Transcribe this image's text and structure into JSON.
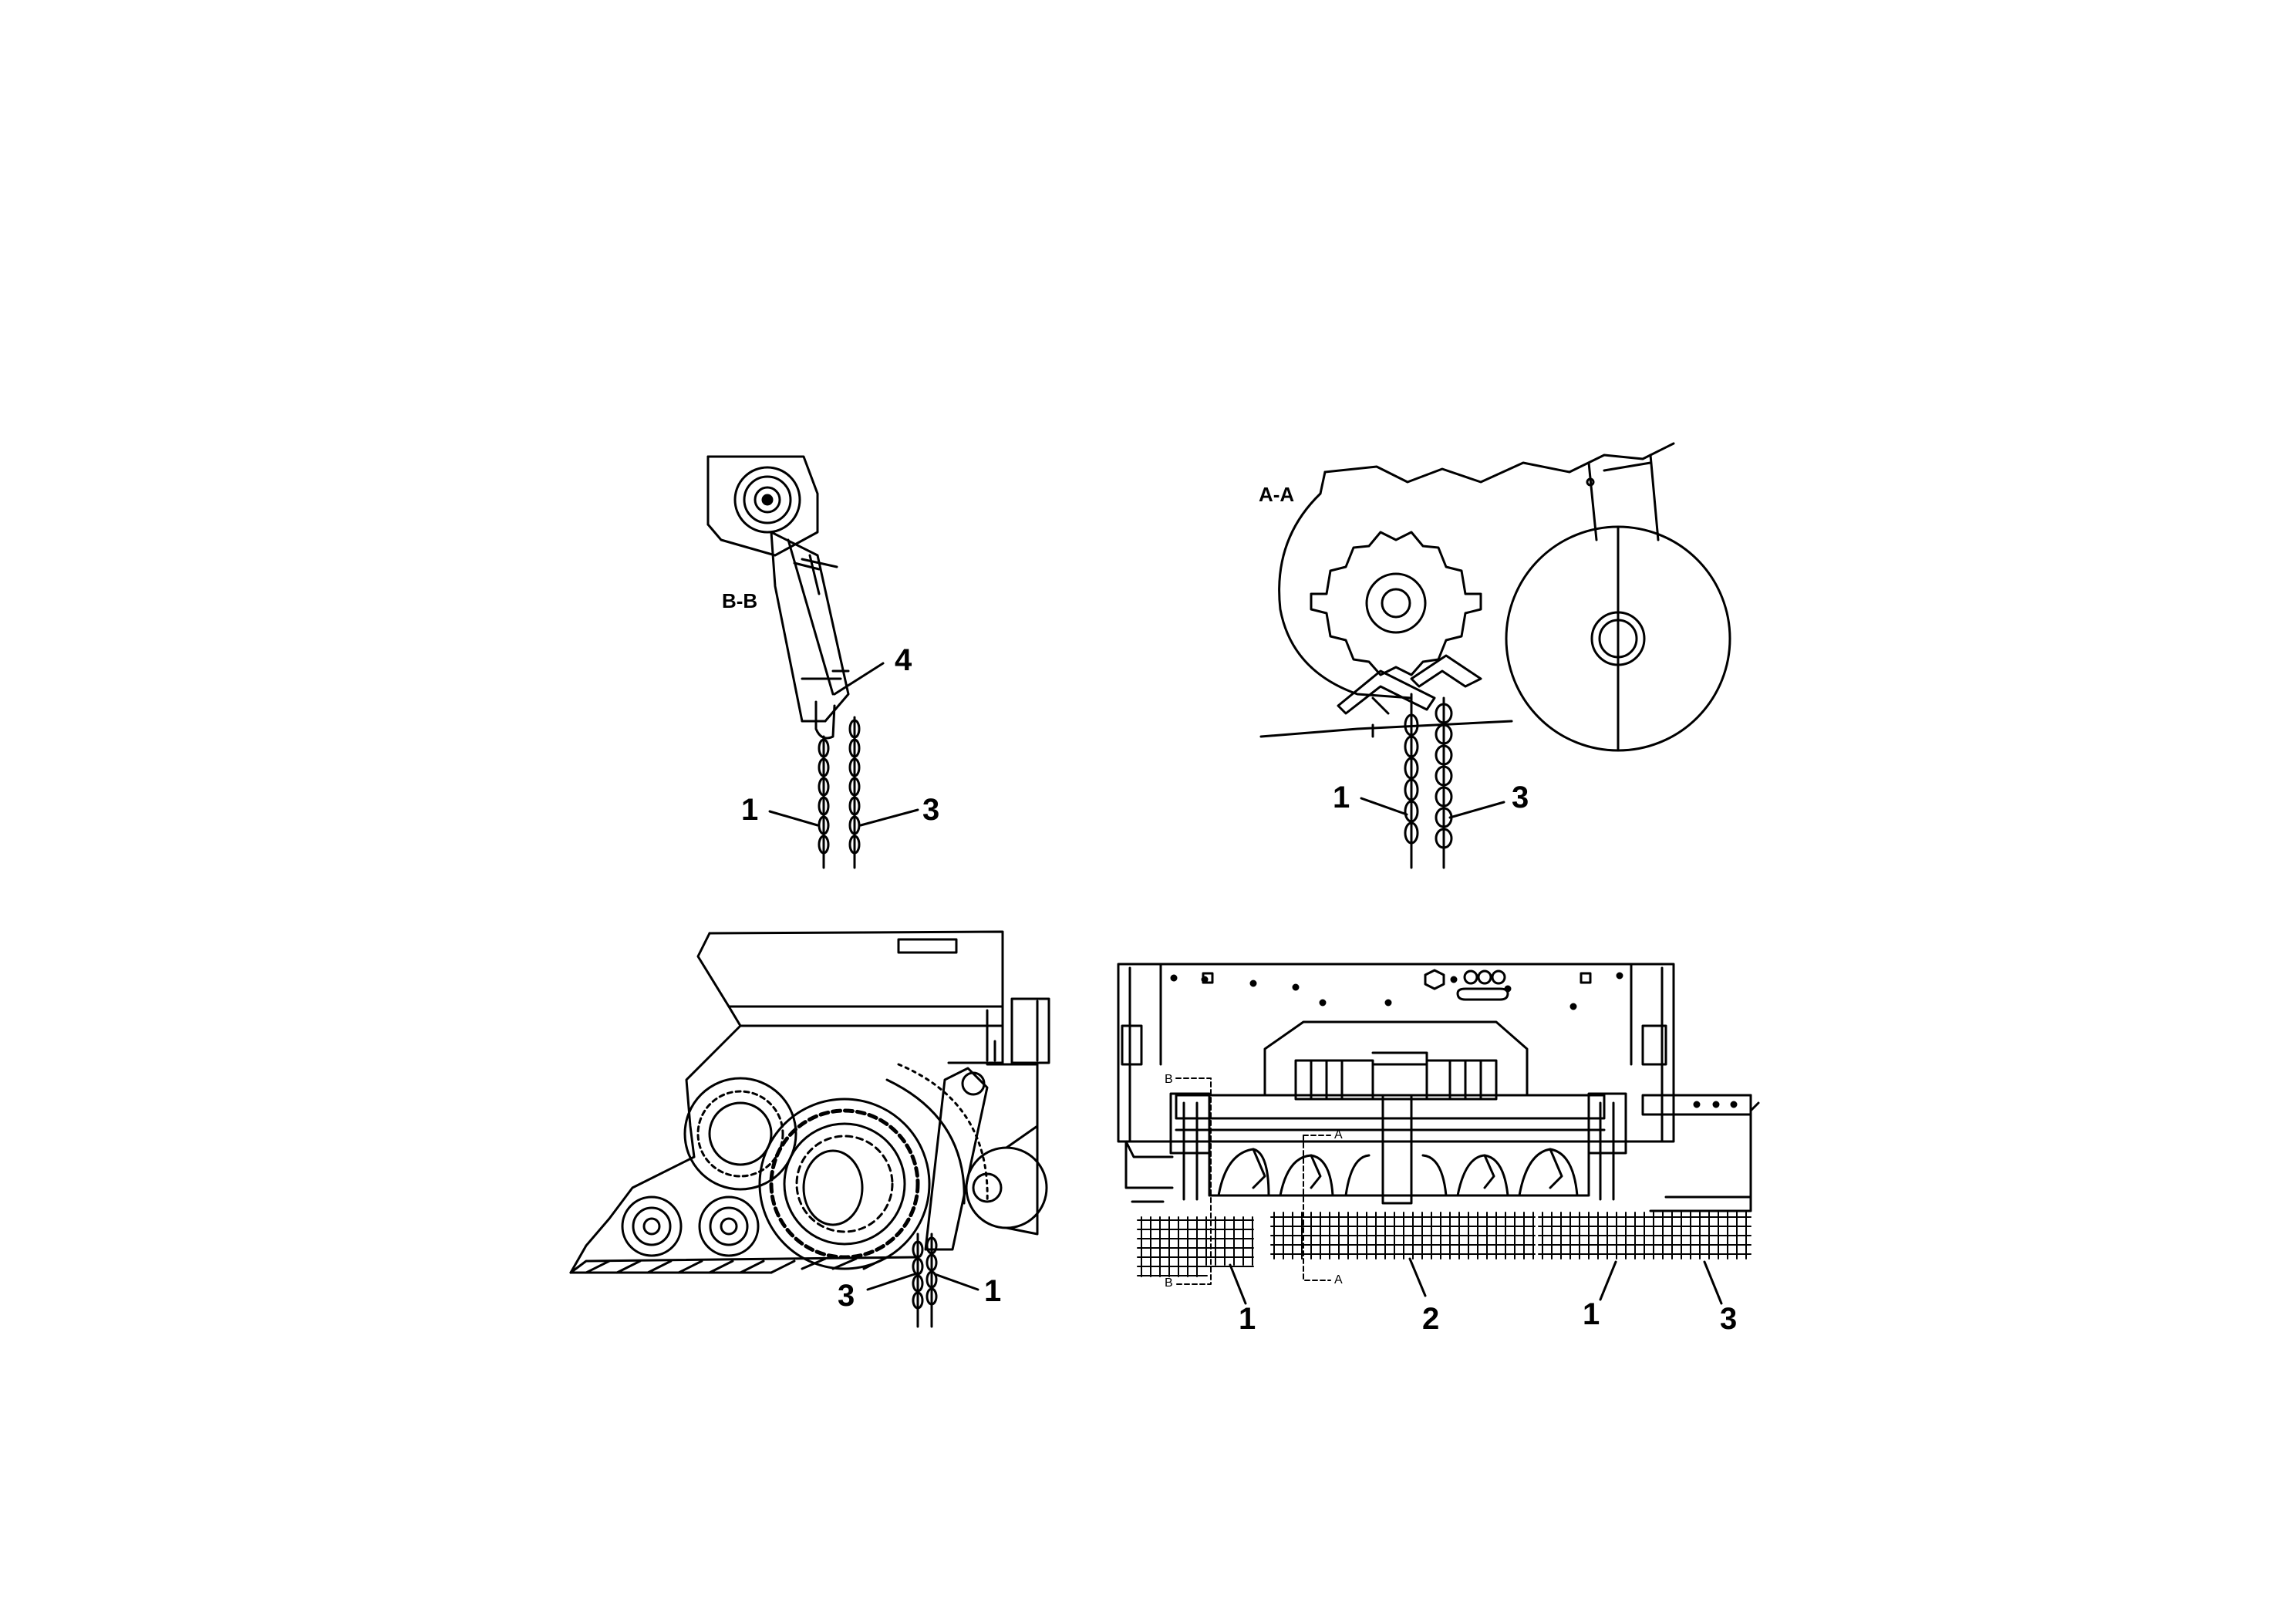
{
  "views": {
    "bb": {
      "section_label": "B-B",
      "callouts": {
        "a": "1",
        "b": "3",
        "c": "4"
      }
    },
    "aa": {
      "section_label": "A-A",
      "callouts": {
        "a": "1",
        "b": "3"
      }
    },
    "side": {
      "callouts": {
        "a": "3",
        "b": "1"
      }
    },
    "rear": {
      "callouts": {
        "a": "1",
        "b": "2",
        "c": "1",
        "d": "3"
      },
      "cut_marks": {
        "a_top": "A",
        "a_bottom": "A",
        "b_top": "B",
        "b_bottom": "B"
      }
    }
  }
}
